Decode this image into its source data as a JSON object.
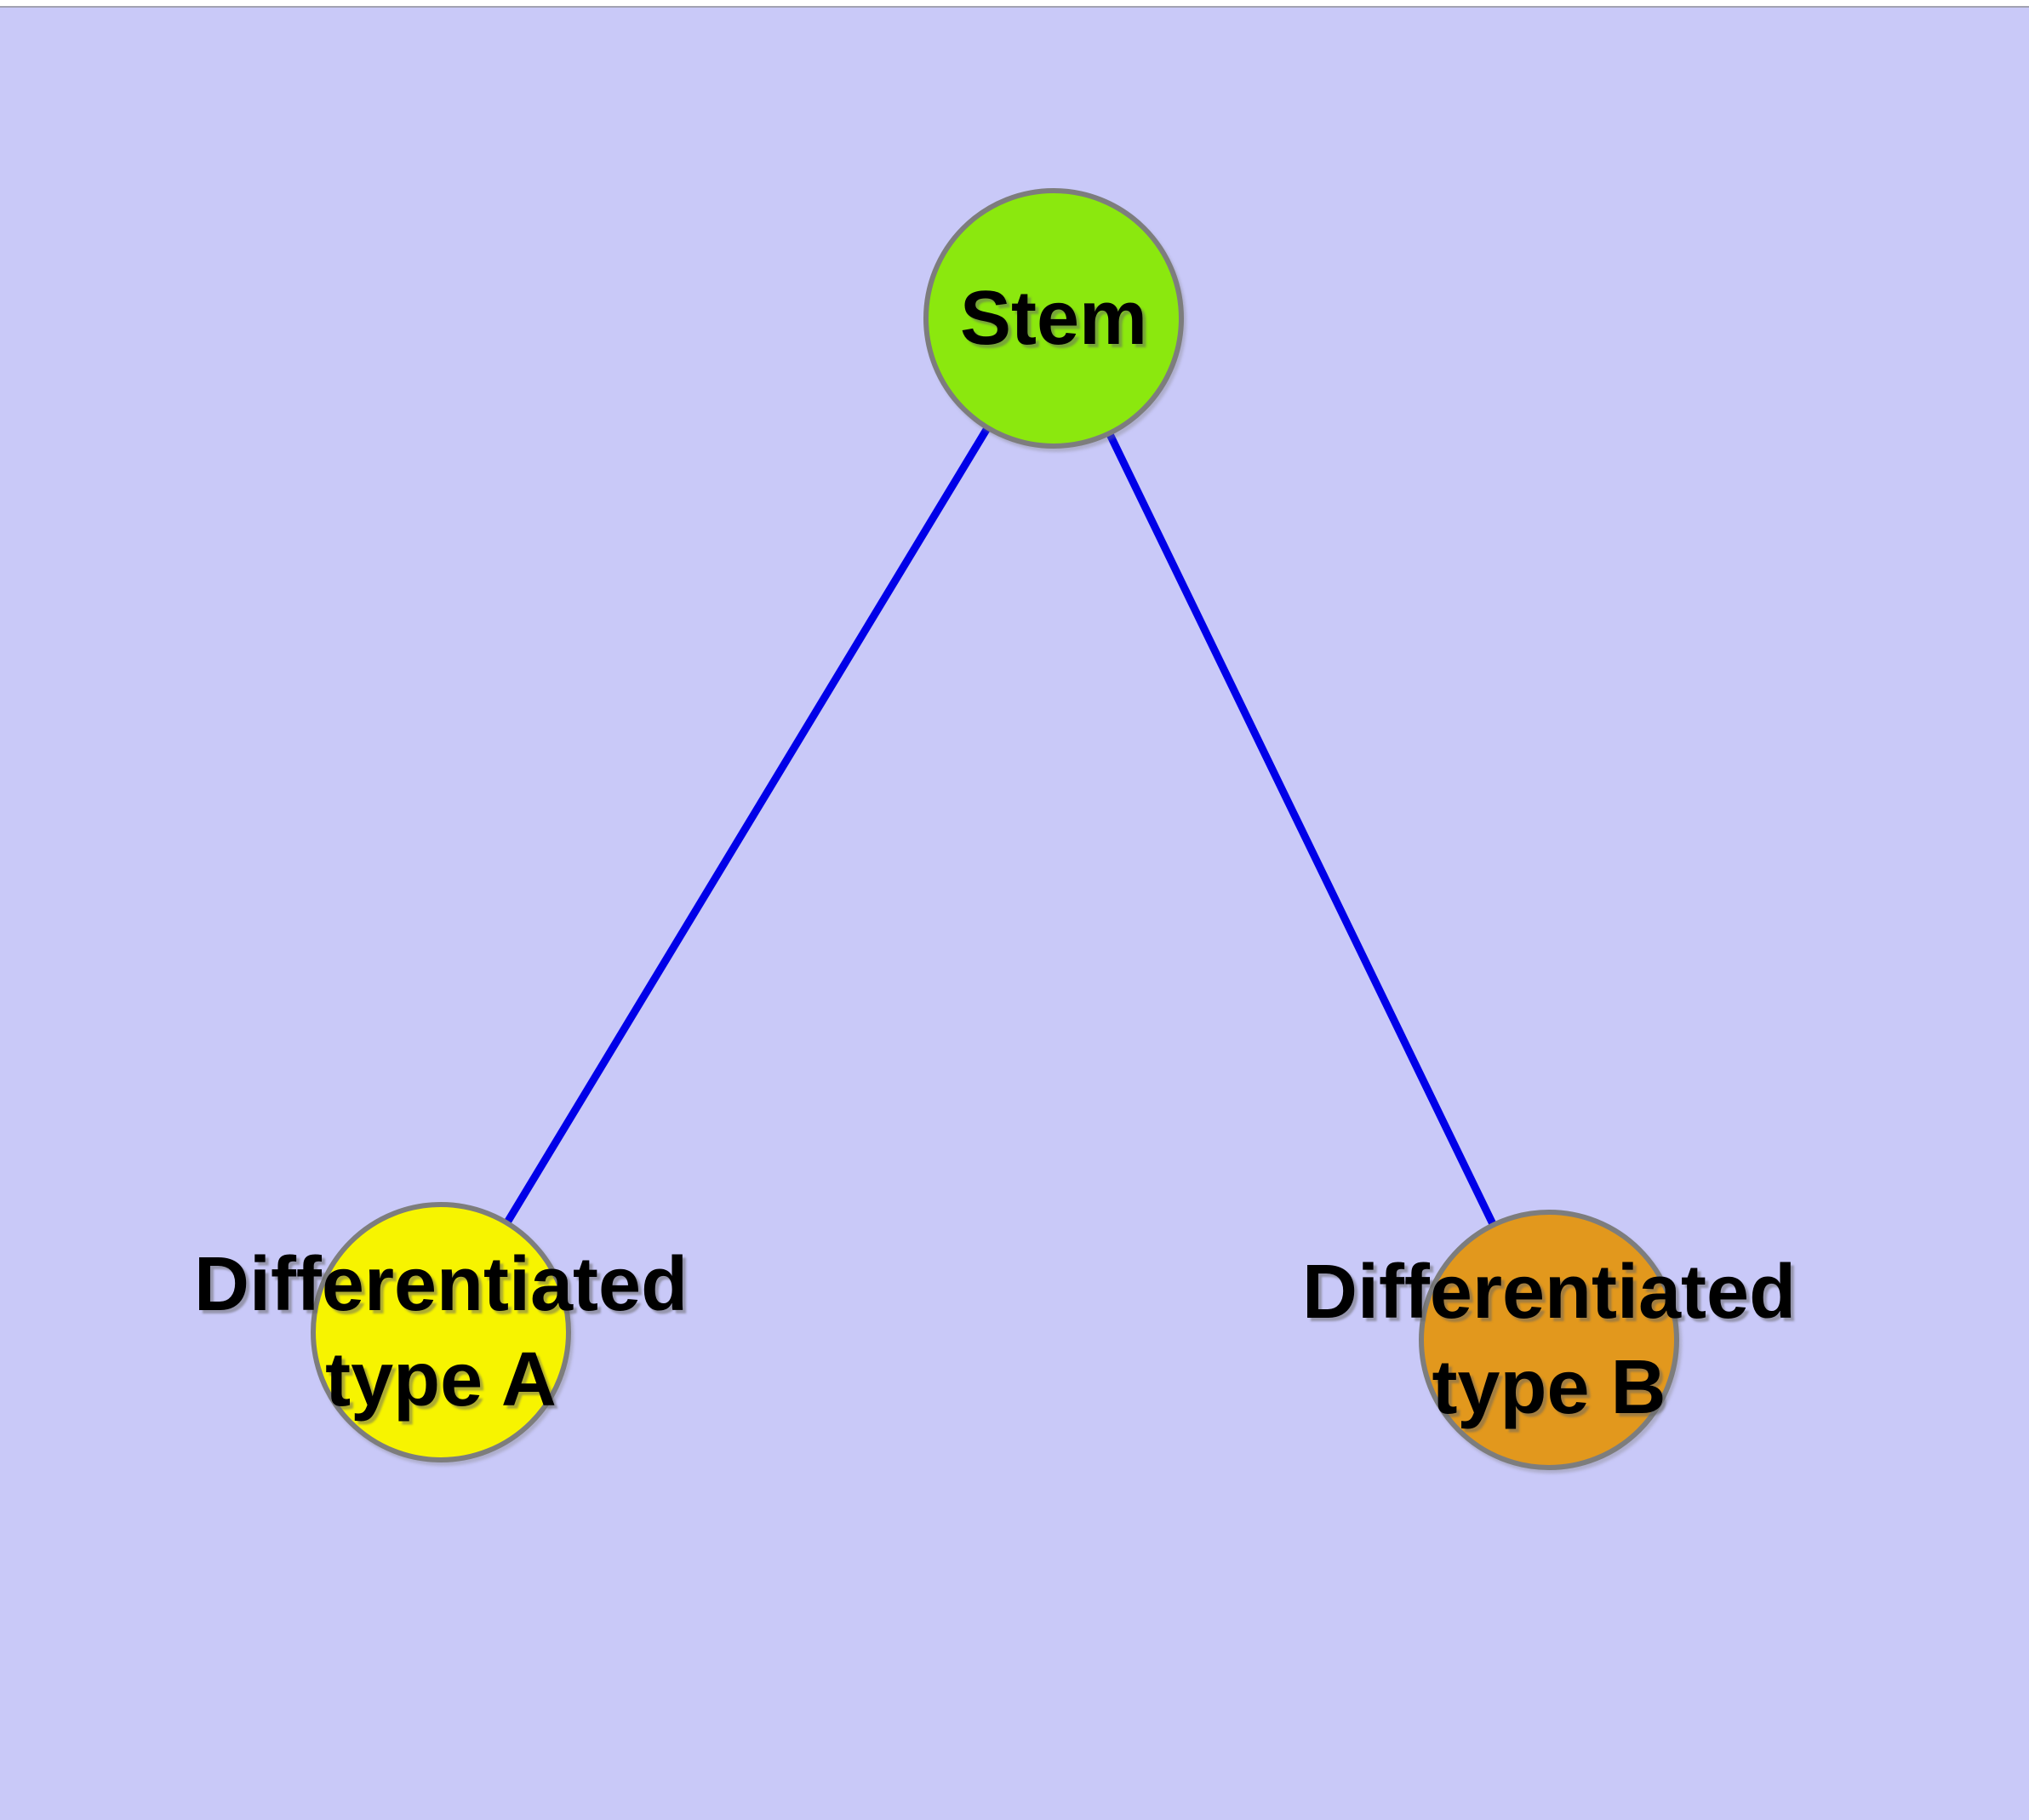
{
  "diagram": {
    "background_color": "#C9C9F8",
    "edge_color": "#0000E8",
    "node_border_color": "#7D7D7D",
    "label_color": "#000000",
    "nodes": [
      {
        "id": "stem",
        "label": "Stem",
        "fill_color": "#8BE80E"
      },
      {
        "id": "differentiated-type-a",
        "label": "Differentiated type A",
        "label_line1": "Differentiated",
        "label_line2": "type A",
        "fill_color": "#F7F400"
      },
      {
        "id": "differentiated-type-b",
        "label": "Differentiated type B",
        "label_line1": "Differentiated",
        "label_line2": "type B",
        "fill_color": "#E2981D"
      }
    ],
    "edges": [
      {
        "from": "Stem",
        "to": "Differentiated type A"
      },
      {
        "from": "Stem",
        "to": "Differentiated type B"
      }
    ]
  }
}
